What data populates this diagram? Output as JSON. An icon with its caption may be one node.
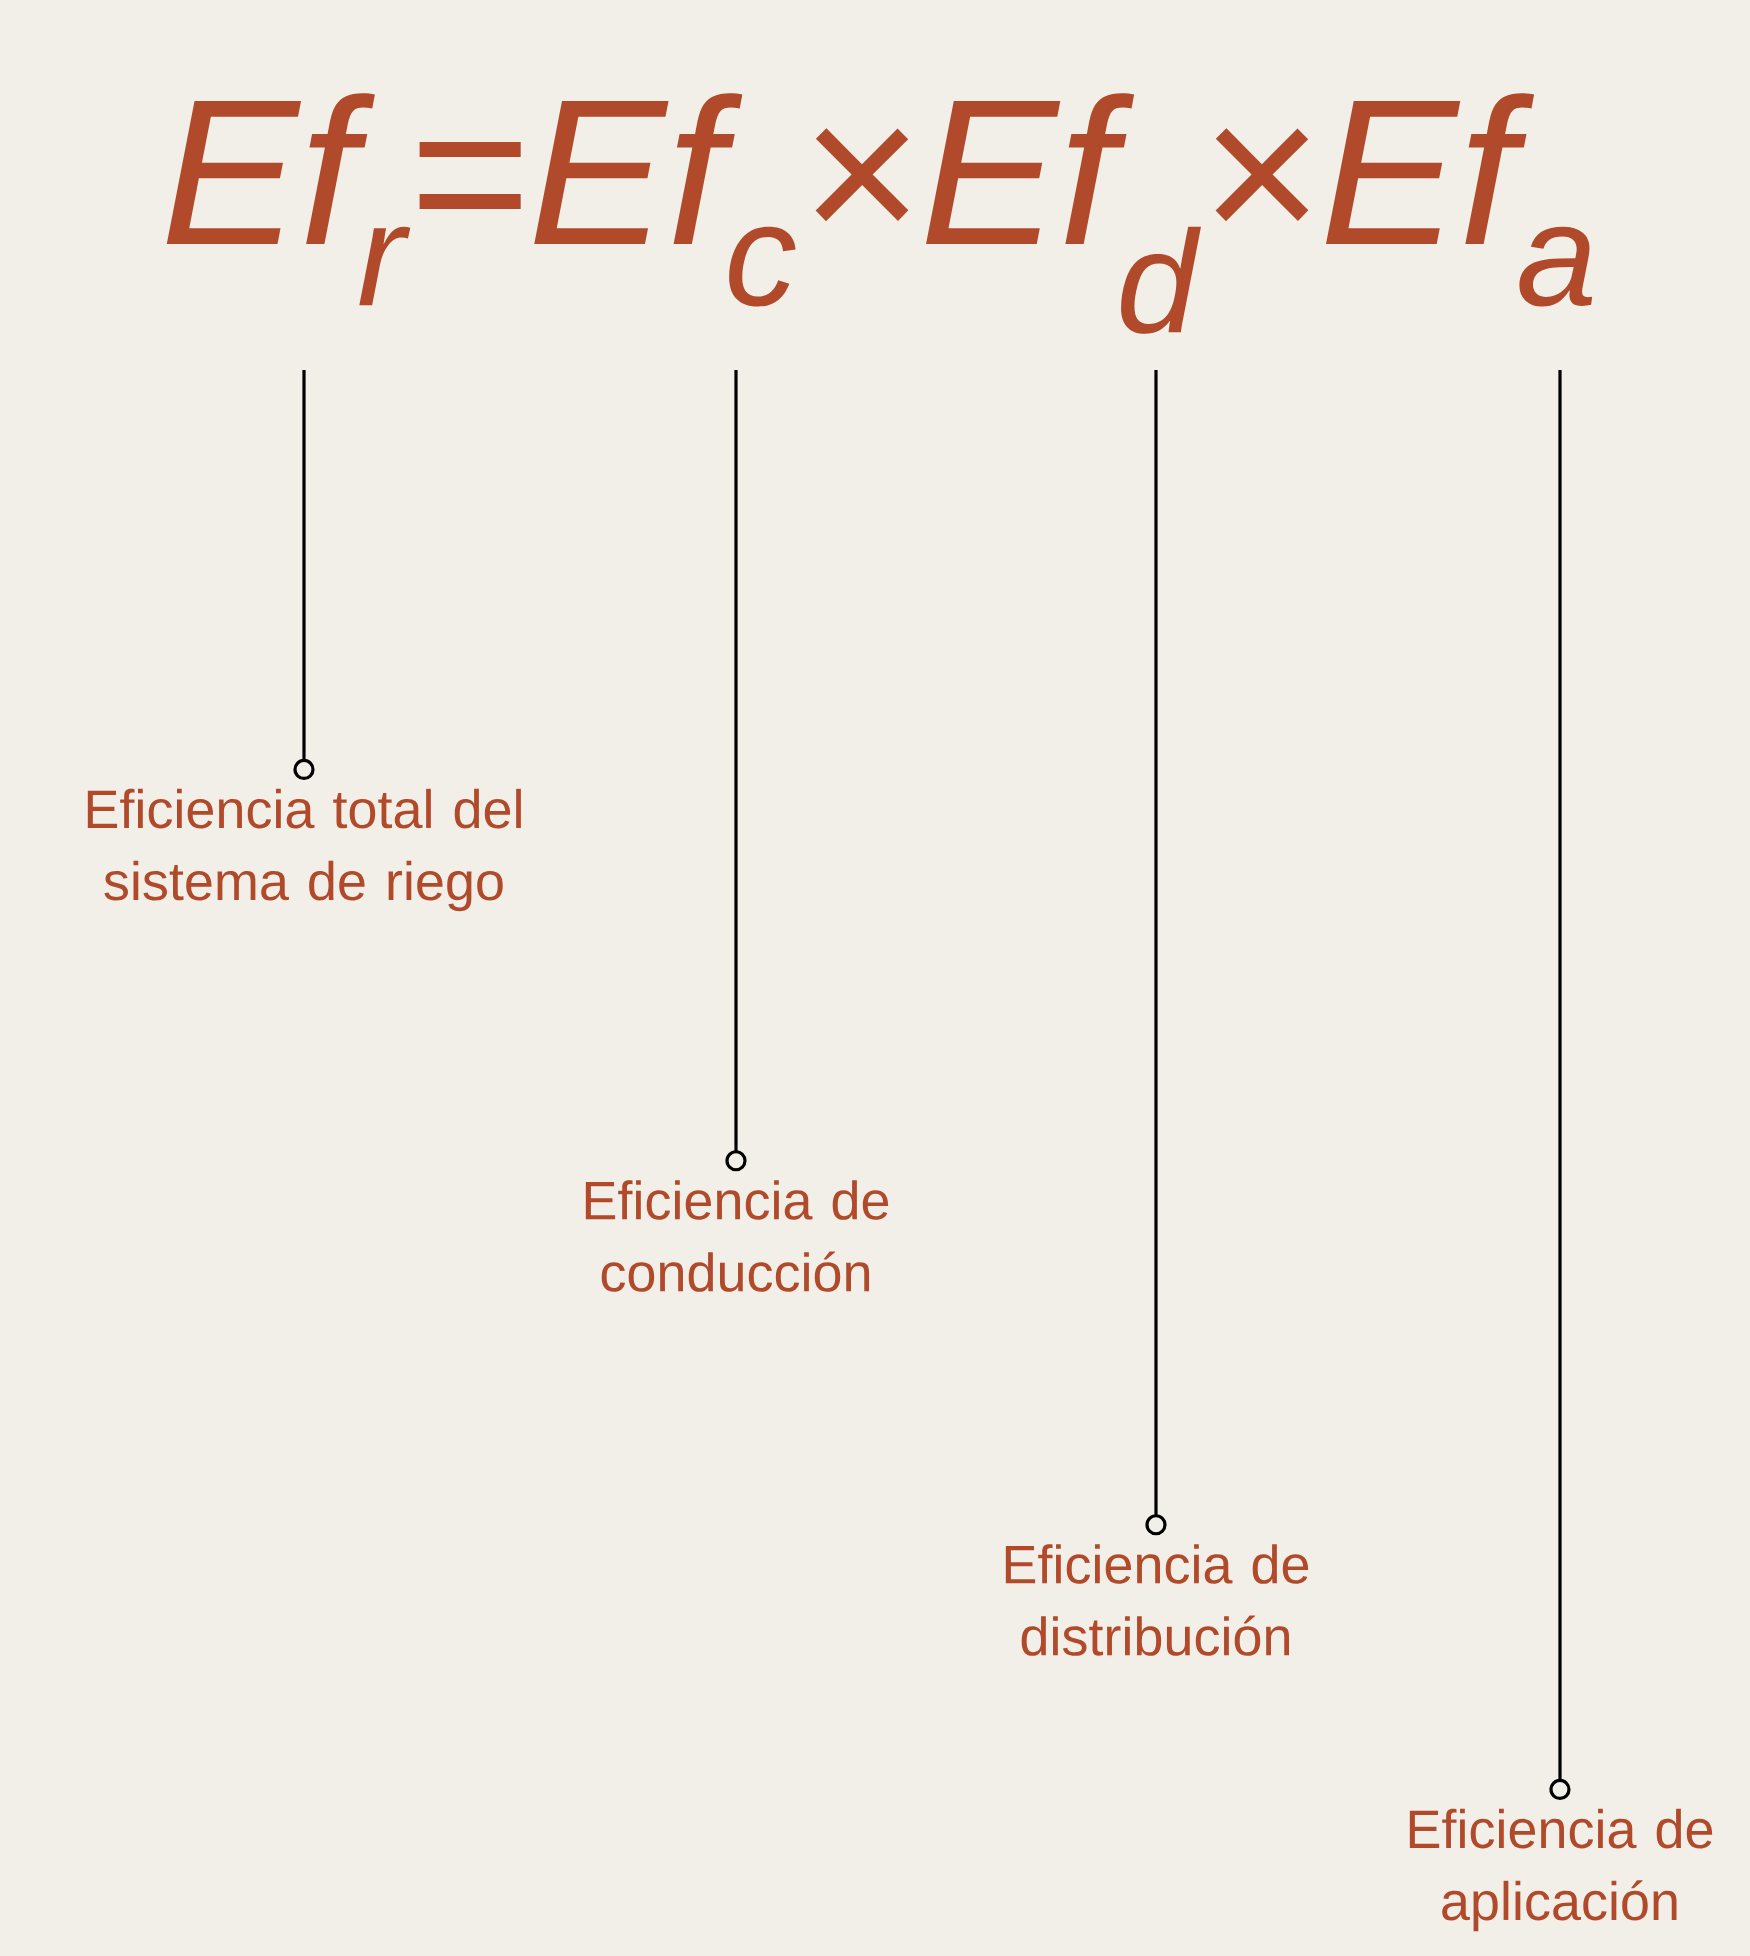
{
  "diagram": {
    "title": "Ef$_{r}$=Ef$_{c}$×Ef$_{d}$×Ef$_{a}$",
    "nodes": [
      {
        "text": [
          "Eficiencia total del sistema de riego"
        ]
      },
      {
        "text": [
          "Eficiencia de conducción"
        ]
      },
      {
        "text": [
          "Eficiencia de distribución"
        ]
      },
      {
        "text": [
          "Eficiencia de aplicación"
        ]
      }
    ],
    "edges": [
      {
        "from": 0,
        "to": null,
        "arrow": "none"
      },
      {
        "from": 1,
        "to": null,
        "arrow": "none"
      },
      {
        "from": 2,
        "to": null,
        "arrow": "none"
      },
      {
        "from": 3,
        "to": null,
        "arrow": "none"
      }
    ]
  }
}
